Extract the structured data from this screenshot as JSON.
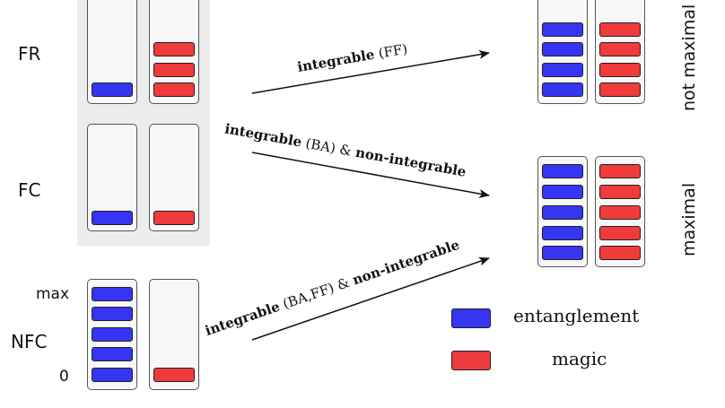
{
  "rows": {
    "fr": "FR",
    "fc": "FC",
    "nfc": "NFC"
  },
  "ticks": {
    "max": "max",
    "zero": "0"
  },
  "outputs": {
    "not_maximal": "not maximal",
    "maximal": "maximal"
  },
  "arrows": {
    "a1": {
      "p1": "integrable",
      "p2": " (FF)"
    },
    "a2": {
      "p1": "integrable",
      "p2": " (BA) & ",
      "p3": "non-integrable"
    },
    "a3": {
      "p1": "integrable",
      "p2": " (BA,FF) & ",
      "p3": "non-integrable"
    }
  },
  "legend": {
    "entanglement": "entanglement",
    "magic": "magic"
  },
  "colors": {
    "entanglement": "#3535f2",
    "magic": "#ef3b3b"
  },
  "levels": {
    "fr": {
      "entanglement": 1,
      "magic": 3
    },
    "fc": {
      "entanglement": 1,
      "magic": 1
    },
    "nfc": {
      "entanglement": 5,
      "magic": 1
    },
    "not_maximal": {
      "entanglement": 4,
      "magic": 4
    },
    "maximal": {
      "entanglement": 5,
      "magic": 5
    }
  }
}
